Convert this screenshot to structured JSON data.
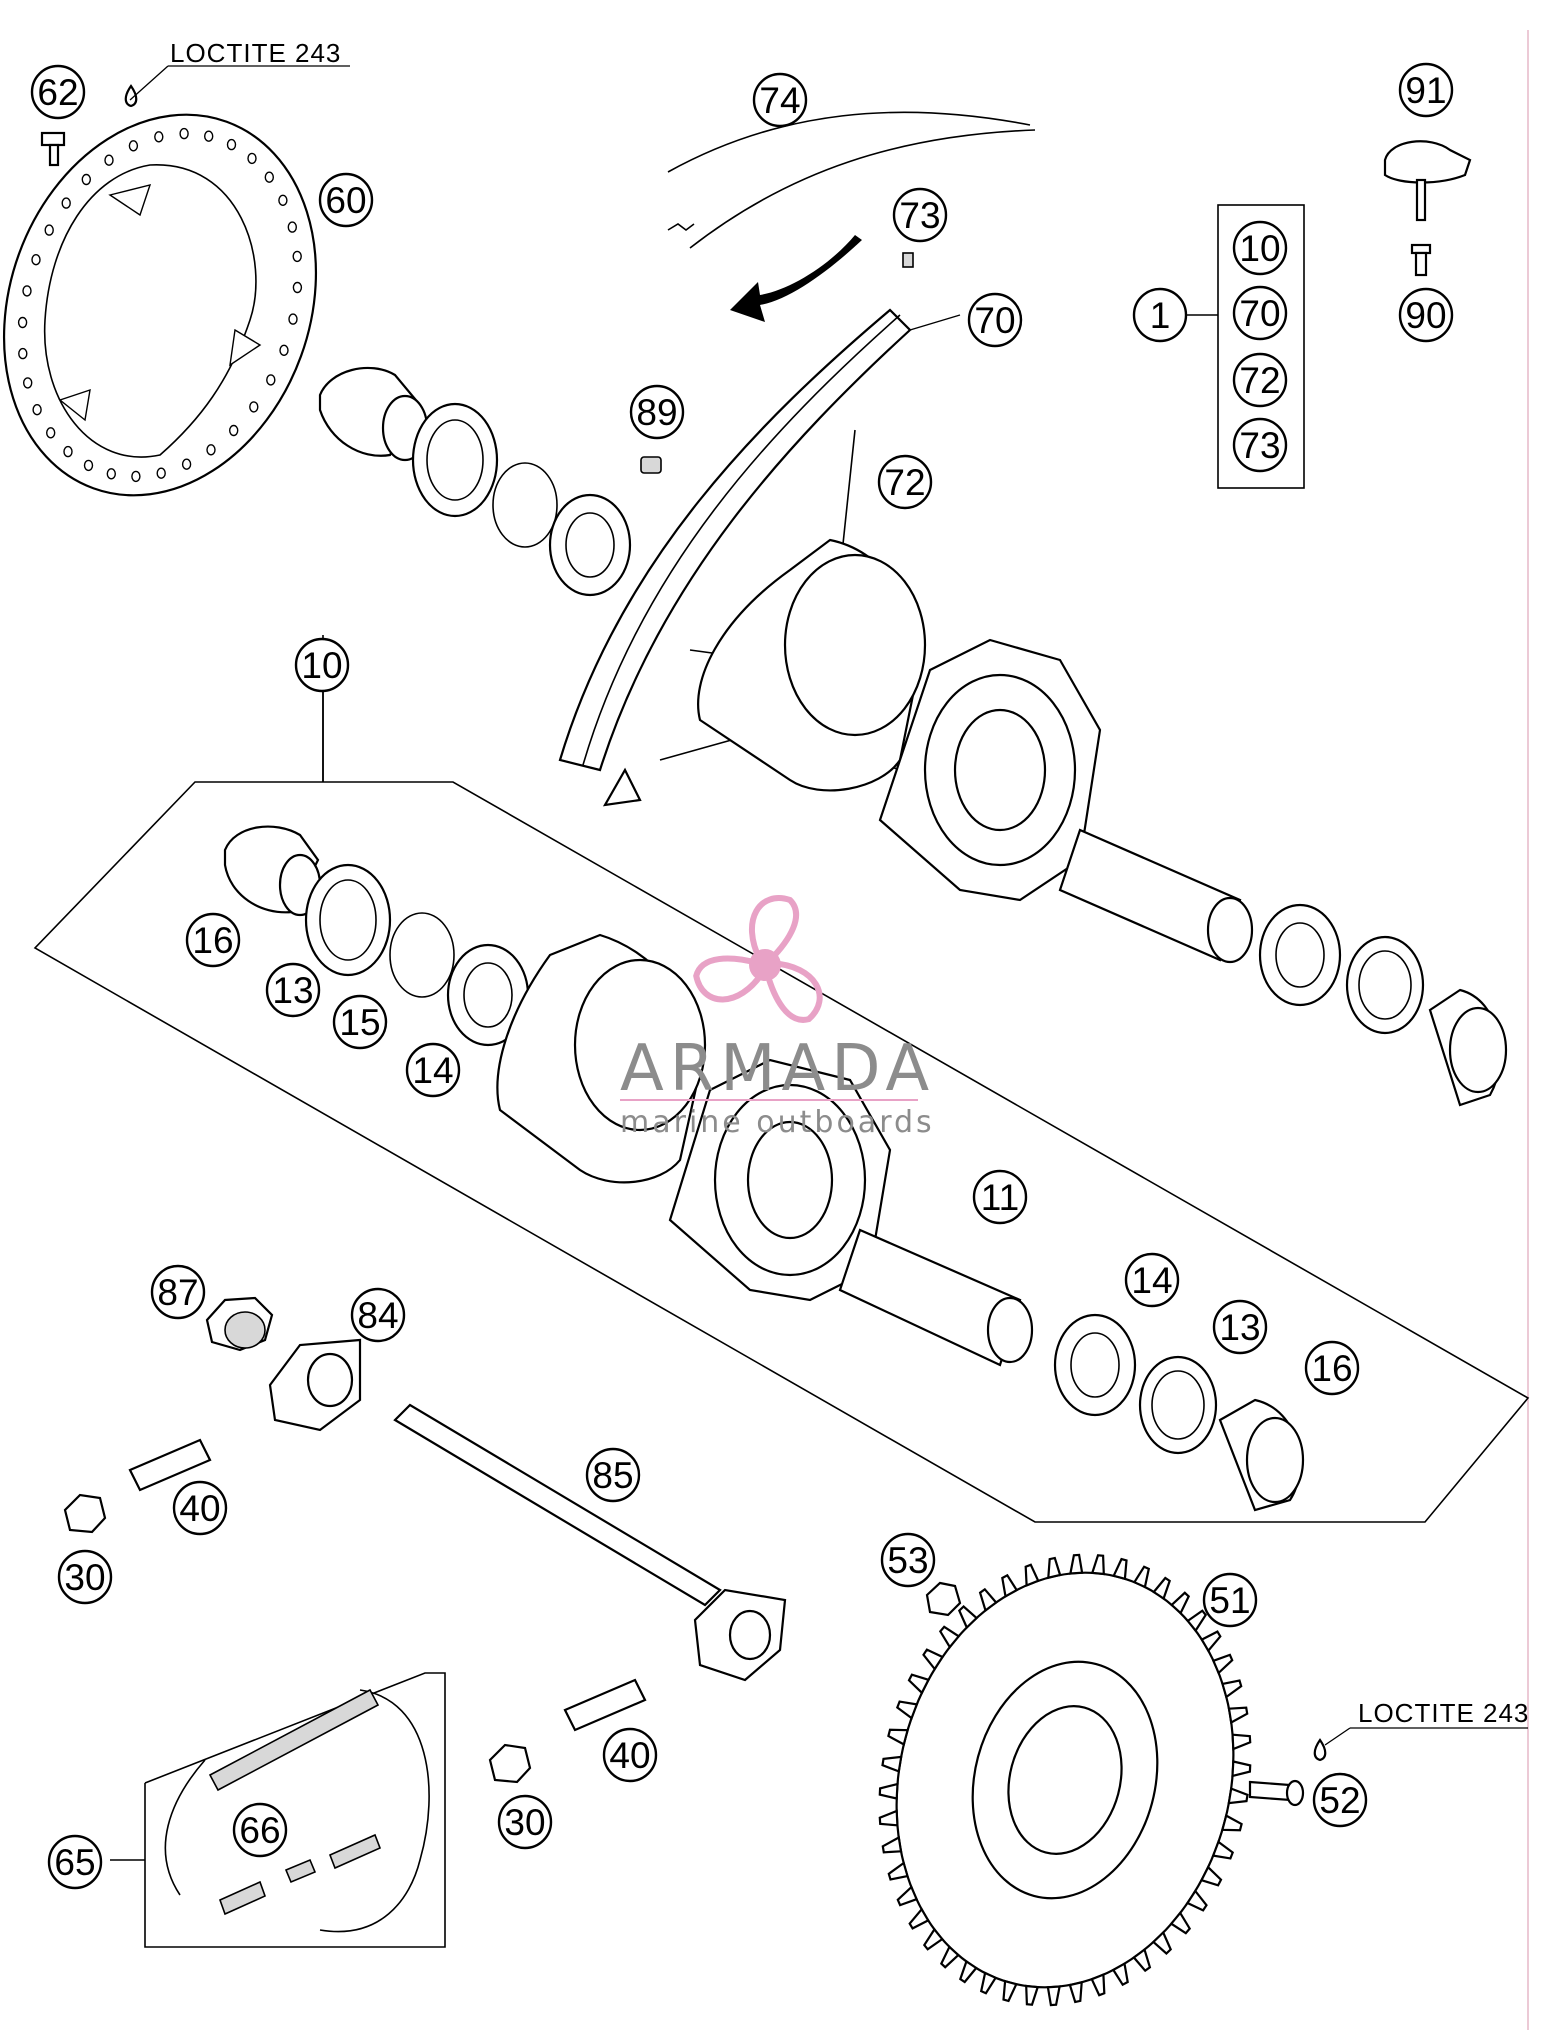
{
  "callouts": [
    {
      "id": "c62",
      "label": "62"
    },
    {
      "id": "c60",
      "label": "60"
    },
    {
      "id": "c74",
      "label": "74"
    },
    {
      "id": "c73a",
      "label": "73"
    },
    {
      "id": "c70a",
      "label": "70"
    },
    {
      "id": "c89",
      "label": "89"
    },
    {
      "id": "c72a",
      "label": "72"
    },
    {
      "id": "c91",
      "label": "91"
    },
    {
      "id": "c90",
      "label": "90"
    },
    {
      "id": "c1",
      "label": "1"
    },
    {
      "id": "k10",
      "label": "10"
    },
    {
      "id": "k70",
      "label": "70"
    },
    {
      "id": "k72",
      "label": "72"
    },
    {
      "id": "k73",
      "label": "73"
    },
    {
      "id": "c10",
      "label": "10"
    },
    {
      "id": "c16a",
      "label": "16"
    },
    {
      "id": "c13a",
      "label": "13"
    },
    {
      "id": "c15",
      "label": "15"
    },
    {
      "id": "c14a",
      "label": "14"
    },
    {
      "id": "c11",
      "label": "11"
    },
    {
      "id": "c14b",
      "label": "14"
    },
    {
      "id": "c13b",
      "label": "13"
    },
    {
      "id": "c16b",
      "label": "16"
    },
    {
      "id": "c87",
      "label": "87"
    },
    {
      "id": "c84",
      "label": "84"
    },
    {
      "id": "c40a",
      "label": "40"
    },
    {
      "id": "c30a",
      "label": "30"
    },
    {
      "id": "c85",
      "label": "85"
    },
    {
      "id": "c53",
      "label": "53"
    },
    {
      "id": "c51",
      "label": "51"
    },
    {
      "id": "c52",
      "label": "52"
    },
    {
      "id": "c40b",
      "label": "40"
    },
    {
      "id": "c30b",
      "label": "30"
    },
    {
      "id": "c66",
      "label": "66"
    },
    {
      "id": "c65",
      "label": "65"
    }
  ],
  "notes": {
    "loctite_top": "LOCTITE 243",
    "loctite_right": "LOCTITE 243"
  },
  "watermark": {
    "brand": "ARMADA",
    "tagline": "marine outboards",
    "accent_color": "#e8a2c6"
  }
}
